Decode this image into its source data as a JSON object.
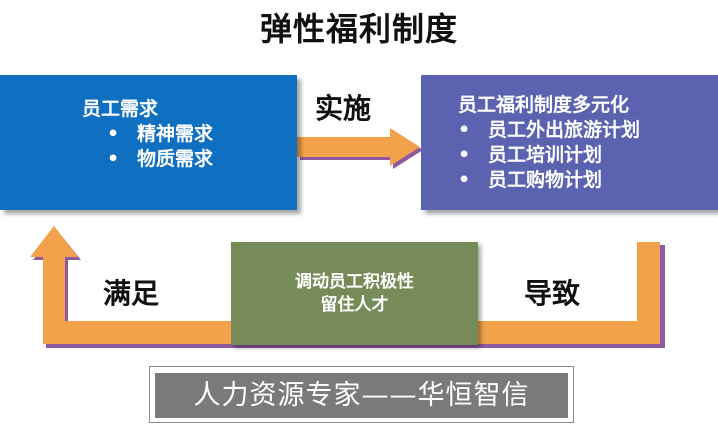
{
  "title": "弹性福利制度",
  "needs_box": {
    "title": "员工需求",
    "items": [
      "精神需求",
      "物质需求"
    ]
  },
  "system_box": {
    "title": "员工福利制度多元化",
    "items": [
      "员工外出旅游计划",
      "员工培训计划",
      "员工购物计划"
    ]
  },
  "center_box": {
    "line1": "调动员工积极性",
    "line2": "留住人才"
  },
  "labels": {
    "implement": "实施",
    "satisfy": "满足",
    "lead": "导致"
  },
  "footer": "人力资源专家——华恒智信",
  "colors": {
    "needs_box": "#0f6fc0",
    "system_box": "#5b62b0",
    "center_box": "#768b58",
    "arrow": "#f2a24a",
    "arrow_shadow": "#7a3c8f",
    "footer": "#7a7a7a"
  }
}
